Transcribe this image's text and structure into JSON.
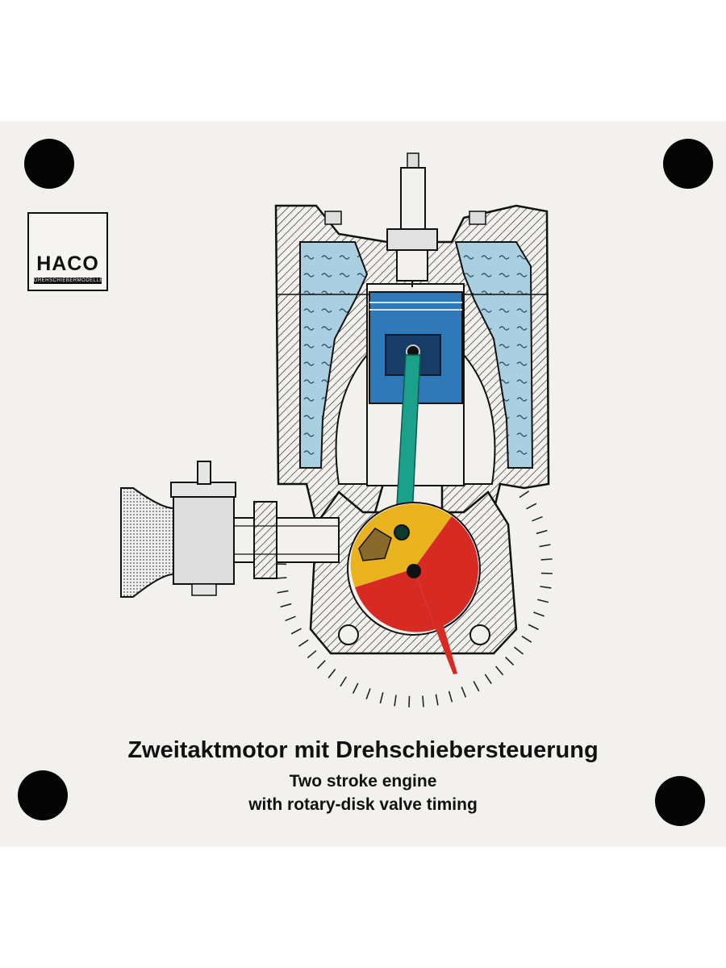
{
  "logo": {
    "brand": "HACO",
    "sub": "DREHSCHIEBERMODELLE"
  },
  "caption": {
    "german": "Zweitaktmotor mit Drehschiebersteuerung",
    "english_line1": "Two stroke engine",
    "english_line2": "with rotary-disk valve timing"
  },
  "colors": {
    "board": "#f3f1ee",
    "coolant": "#a9cfe0",
    "piston": "#2f79b8",
    "connecting_rod": "#1aa08b",
    "rotary_disk": "#d72a22",
    "disk_segment": "#e8b31c",
    "inlet_window": "#8a6a2a",
    "mounting_hole": "#050505"
  },
  "icons": [
    "mounting-hole-icon",
    "spark-plug-icon",
    "carburetor-icon",
    "timing-scale-icon"
  ]
}
